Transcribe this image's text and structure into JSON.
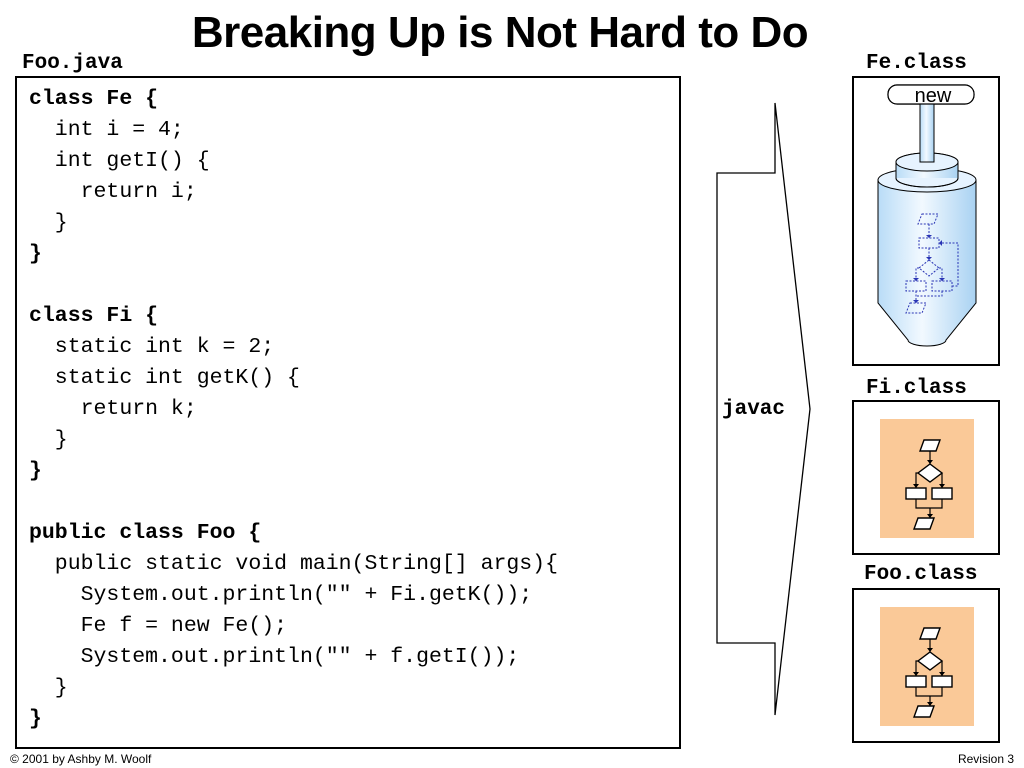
{
  "title": "Breaking Up is Not Hard to Do",
  "source_file": {
    "name": "Foo.java",
    "lines": [
      {
        "text": "class Fe {",
        "bold": true
      },
      {
        "text": "  int i = 4;",
        "bold": false
      },
      {
        "text": "  int getI() {",
        "bold": false
      },
      {
        "text": "    return i;",
        "bold": false
      },
      {
        "text": "  }",
        "bold": false
      },
      {
        "text": "}",
        "bold": true
      },
      {
        "text": "",
        "bold": false
      },
      {
        "text": "class Fi {",
        "bold": true
      },
      {
        "text": "  static int k = 2;",
        "bold": false
      },
      {
        "text": "  static int getK() {",
        "bold": false
      },
      {
        "text": "    return k;",
        "bold": false
      },
      {
        "text": "  }",
        "bold": false
      },
      {
        "text": "}",
        "bold": true
      },
      {
        "text": "",
        "bold": false
      },
      {
        "text": "public class Foo {",
        "bold": true
      },
      {
        "text": "  public static void main(String[] args){",
        "bold": false
      },
      {
        "text": "    System.out.println(\"\" + Fi.getK());",
        "bold": false
      },
      {
        "text": "    Fe f = new Fe();",
        "bold": false
      },
      {
        "text": "    System.out.println(\"\" + f.getI());",
        "bold": false
      },
      {
        "text": "  }",
        "bold": false
      },
      {
        "text": "}",
        "bold": true
      }
    ]
  },
  "compiler_label": "javac",
  "class_files": [
    {
      "name": "Fe.class",
      "plunger_label": "new"
    },
    {
      "name": "Fi.class"
    },
    {
      "name": "Foo.class"
    }
  ],
  "footer": {
    "copyright": "© 2001 by Ashby M. Woolf",
    "revision": "Revision 3"
  },
  "colors": {
    "class_fill": "#fac998",
    "container_fill": "#dcefff",
    "flow_dotted": "#2a35b5"
  }
}
